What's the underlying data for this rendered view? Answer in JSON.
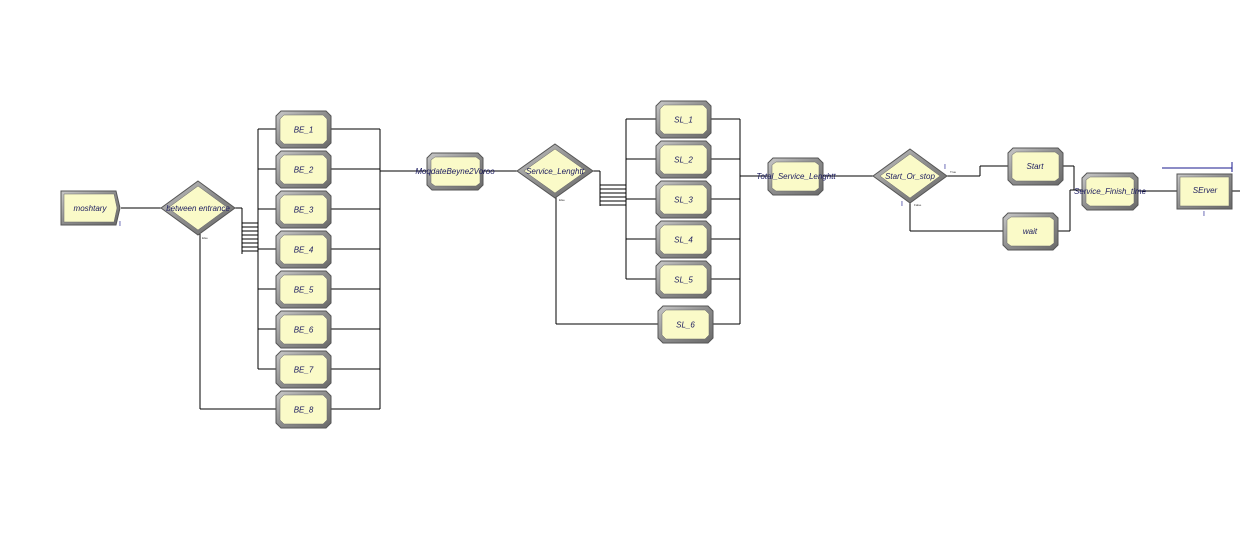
{
  "modules": {
    "create": {
      "label": "moshtary"
    },
    "decide_be": {
      "label": "between entrance",
      "false_label": "Else"
    },
    "be": [
      "BE_1",
      "BE_2",
      "BE_3",
      "BE_4",
      "BE_5",
      "BE_6",
      "BE_7",
      "BE_8"
    ],
    "assign_mid": {
      "label": "MoqdateBeyne2Voroo"
    },
    "decide_sl": {
      "label": "Service_Lenghtt",
      "false_label": "Else"
    },
    "sl": [
      "SL_1",
      "SL_2",
      "SL_3",
      "SL_4",
      "SL_5",
      "SL_6"
    ],
    "assign_total": {
      "label": "Total_Service_Lenghtt"
    },
    "decide_start": {
      "label": "Start_Or_stop",
      "true_label": "True",
      "false_label": "False"
    },
    "start": {
      "label": "Start"
    },
    "wait": {
      "label": "wait"
    },
    "finish": {
      "label": "Service_Finish_time"
    },
    "server": {
      "label": "SErver"
    }
  },
  "marker_text": "I"
}
